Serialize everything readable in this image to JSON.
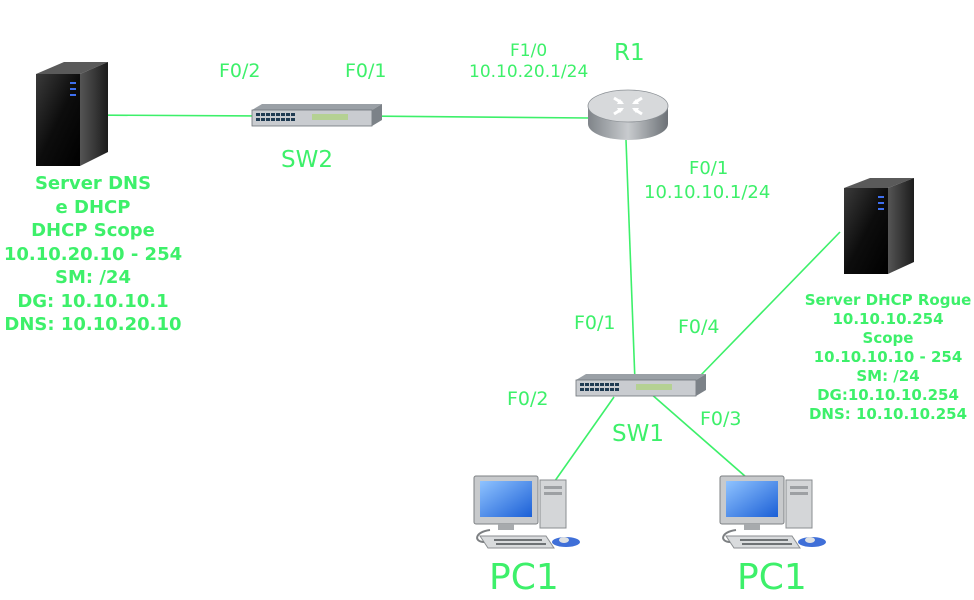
{
  "colors": {
    "label": "#3df06a",
    "link": "#3df06a"
  },
  "devices": {
    "router": {
      "name": "R1",
      "icon": "router-icon"
    },
    "sw2": {
      "name": "SW2",
      "icon": "switch-icon"
    },
    "sw1": {
      "name": "SW1",
      "icon": "switch-icon"
    },
    "pc_left": {
      "name": "PC1",
      "icon": "desktop-pc-icon"
    },
    "pc_right": {
      "name": "PC1",
      "icon": "desktop-pc-icon"
    },
    "server_main": {
      "icon": "server-tower-icon"
    },
    "server_rogue": {
      "icon": "server-tower-icon"
    }
  },
  "ports": {
    "sw2_f02": "F0/2",
    "sw2_f01": "F0/1",
    "r1_f10": "F1/0",
    "r1_f10_ip": "10.10.20.1/24",
    "r1_f01": "F0/1",
    "r1_f01_ip": "10.10.10.1/24",
    "sw1_f01": "F0/1",
    "sw1_f04": "F0/4",
    "sw1_f02": "F0/2",
    "sw1_f03": "F0/3"
  },
  "server_main_info": [
    "Server DNS",
    "e DHCP",
    "DHCP Scope",
    "10.10.20.10 - 254",
    "SM: /24",
    "DG: 10.10.10.1",
    "DNS: 10.10.20.10"
  ],
  "server_rogue_info": [
    "Server DHCP Rogue",
    "10.10.10.254",
    "Scope",
    "10.10.10.10 - 254",
    "SM: /24",
    "DG:10.10.10.254",
    "DNS: 10.10.10.254"
  ]
}
